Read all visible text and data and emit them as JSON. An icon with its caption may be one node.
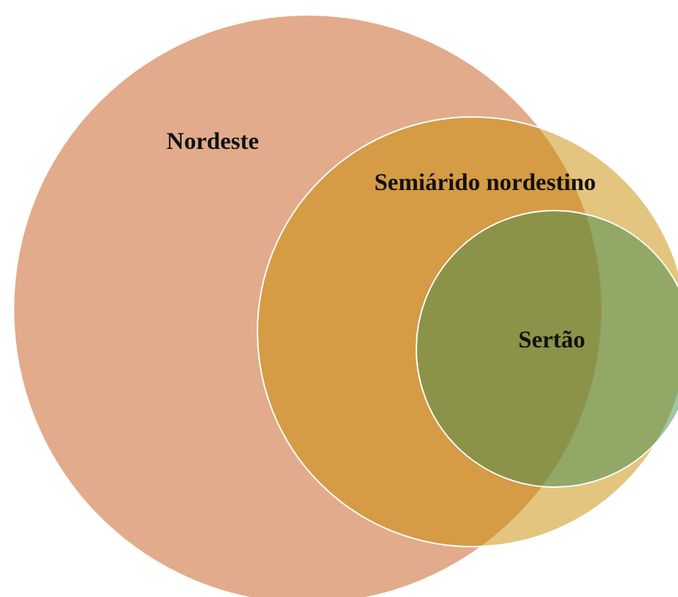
{
  "diagram": {
    "nodes": [
      {
        "text": [
          "Nordeste"
        ]
      },
      {
        "text": [
          "Semiárido nordestino"
        ]
      },
      {
        "text": [
          "Sertão"
        ],
        "in": 1
      }
    ]
  }
}
